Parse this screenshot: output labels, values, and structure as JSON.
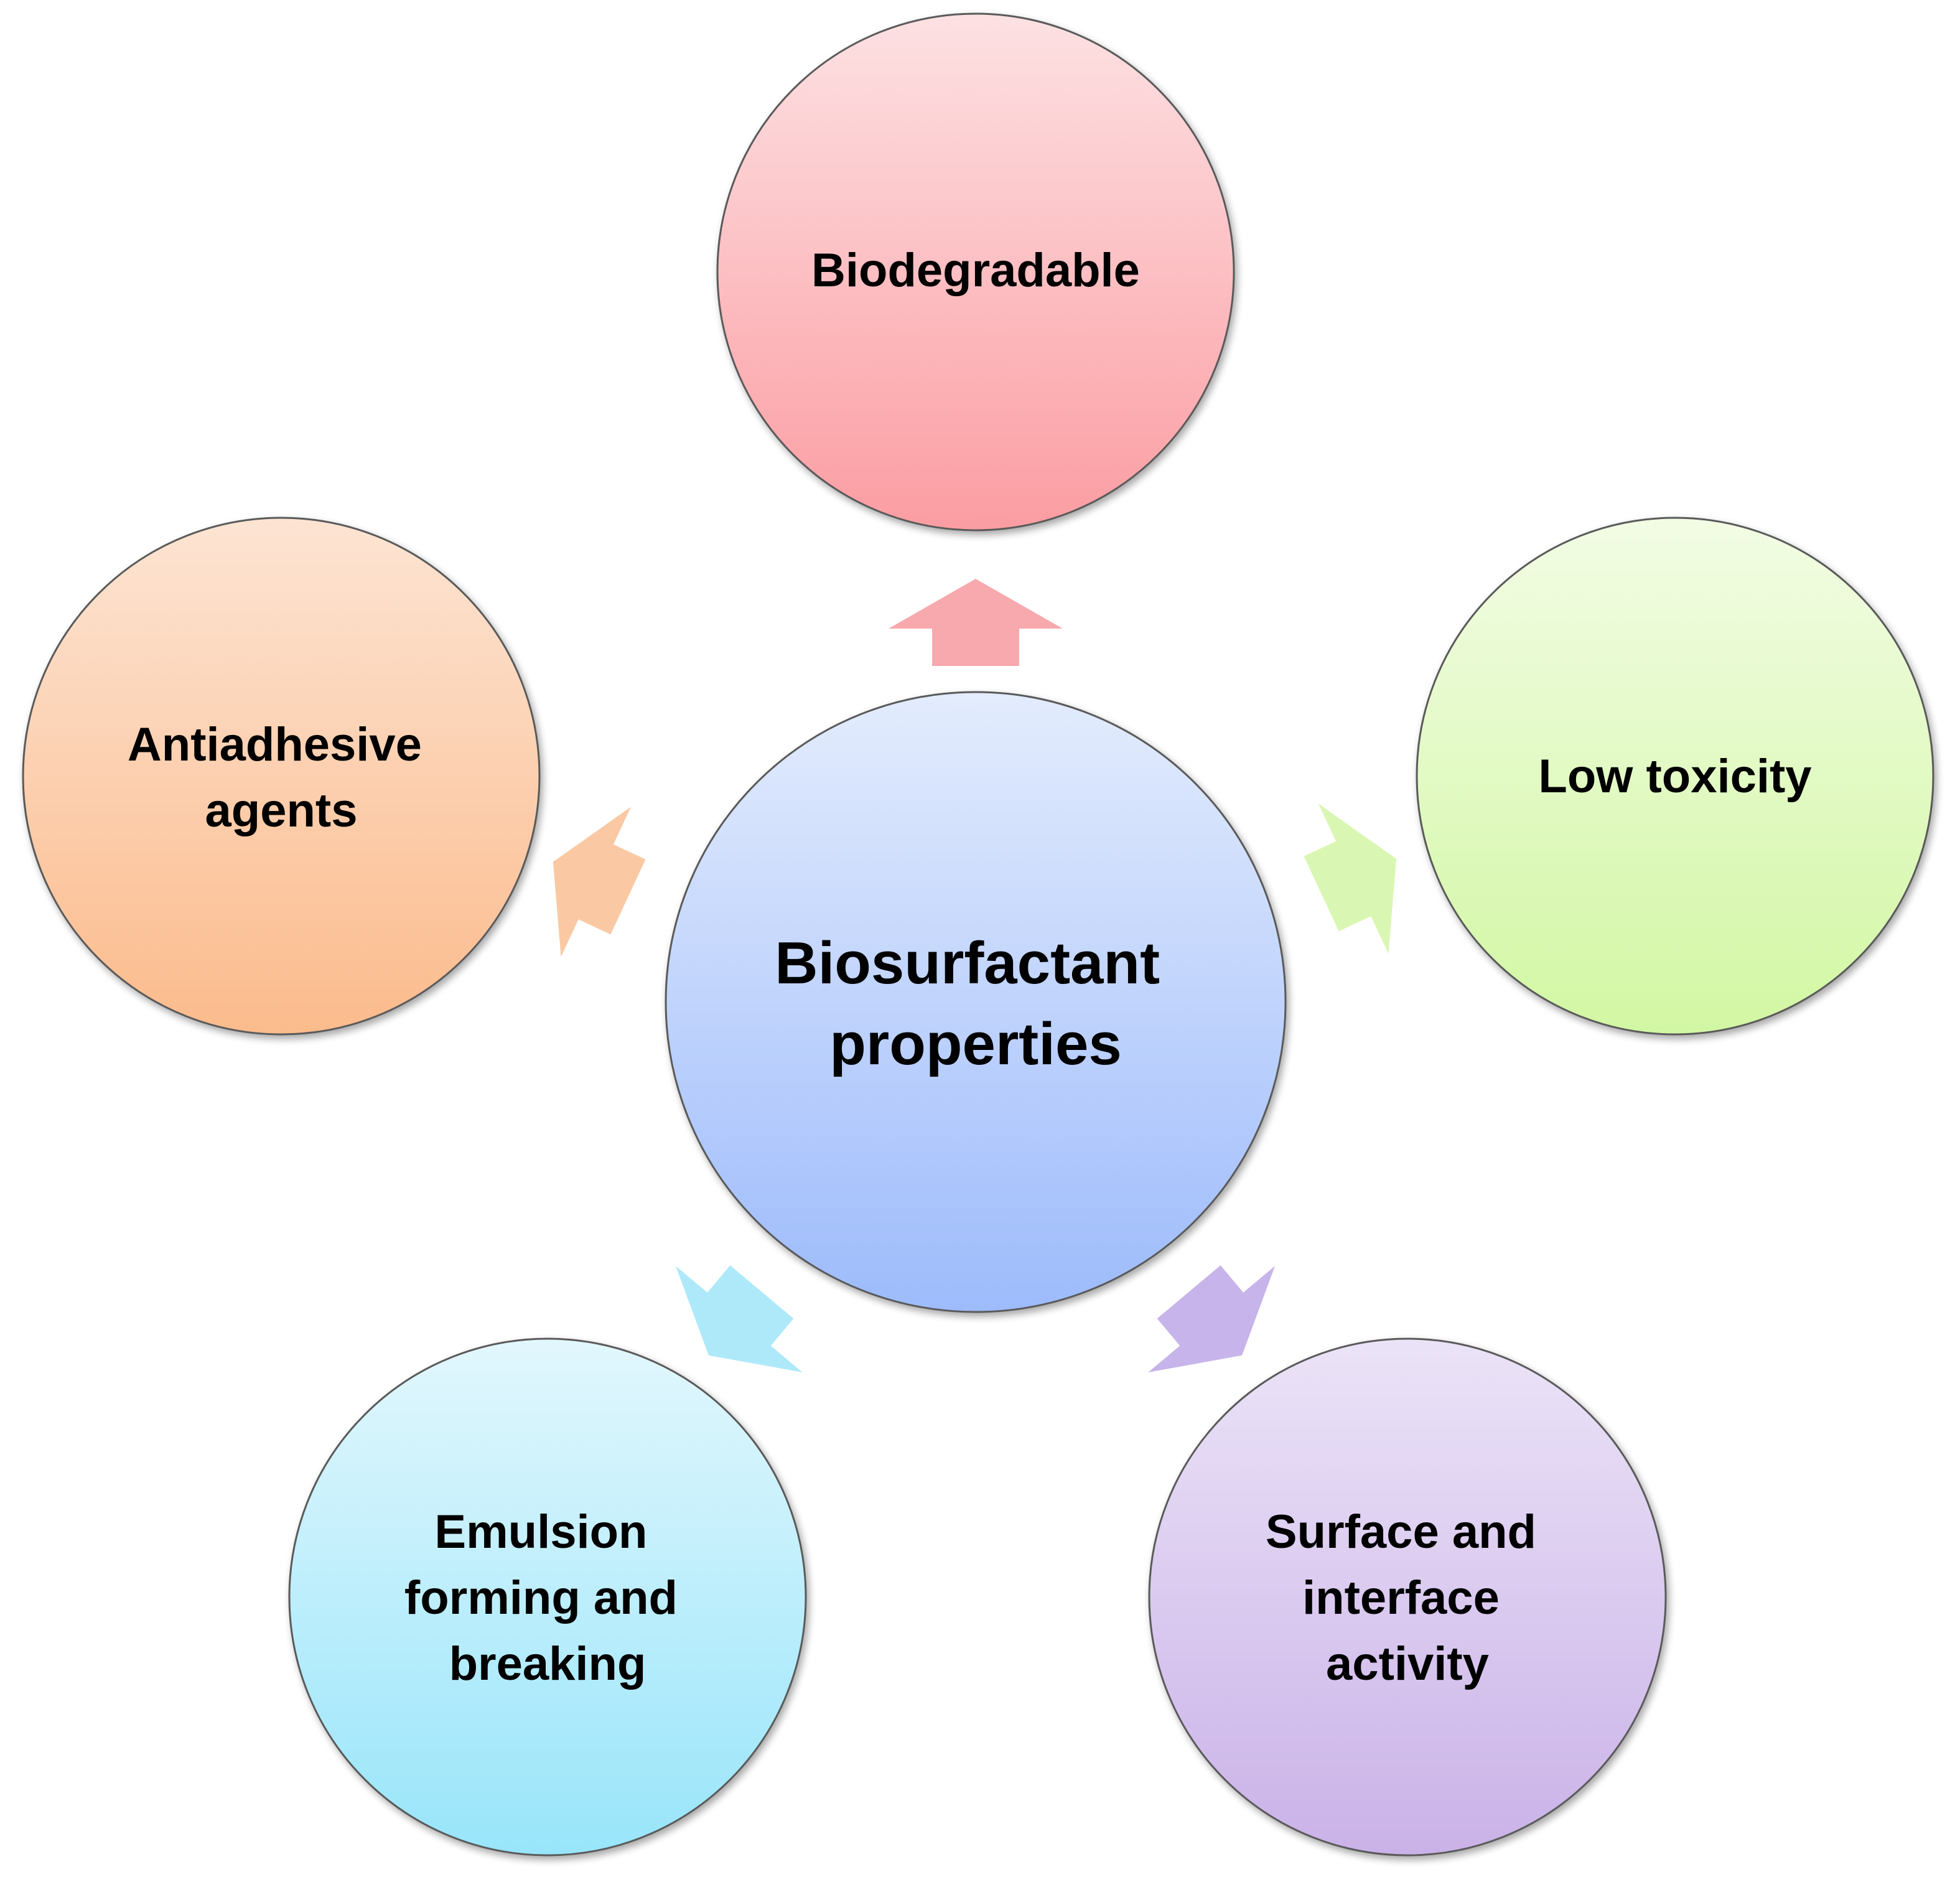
{
  "center": {
    "lines": [
      "Biosurfactant",
      "properties"
    ],
    "top_color": "#e3ecfd",
    "bottom_color": "#9dbbfb"
  },
  "nodes": [
    {
      "id": "biodegradable",
      "lines": [
        "Biodegradable"
      ],
      "top_color": "#fde1e3",
      "bottom_color": "#fb9da2"
    },
    {
      "id": "low-toxicity",
      "lines": [
        "Low toxicity"
      ],
      "top_color": "#f2fce4",
      "bottom_color": "#d2f7a3"
    },
    {
      "id": "surface-interface",
      "lines": [
        "Surface and",
        "interface",
        "activity"
      ],
      "top_color": "#ebe3f7",
      "bottom_color": "#cab2e8"
    },
    {
      "id": "emulsion",
      "lines": [
        "Emulsion",
        "forming and",
        "breaking"
      ],
      "top_color": "#e2f7fd",
      "bottom_color": "#98e5fa"
    },
    {
      "id": "antiadhesive",
      "lines": [
        "Antiadhesive",
        "agents"
      ],
      "top_color": "#fde4d3",
      "bottom_color": "#fbbb8c"
    }
  ],
  "arrow_colors": [
    "#f8a9ad",
    "#d9f7b2",
    "#c7b4ea",
    "#aee9f9",
    "#fac9a4"
  ]
}
